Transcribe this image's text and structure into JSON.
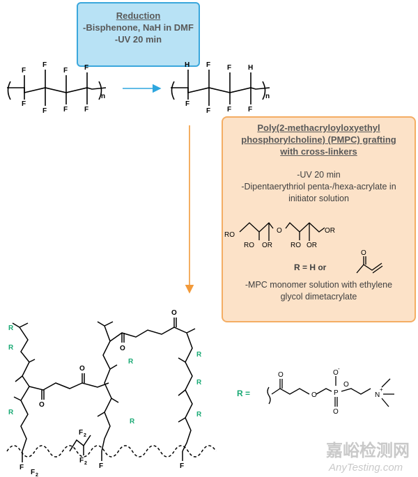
{
  "reduction": {
    "title": "Reduction",
    "step1": "-Bisphenone, NaH in DMF",
    "step2": "-UV 20 min"
  },
  "grafting": {
    "title_line1": "Poly(2-methacryloyloxyethyl",
    "title_line2": "phosphorylcholine) (PMPC) grafting",
    "title_line3": "with cross-linkers",
    "step_uv": "-UV 20 min",
    "step_dpe_line1": "-Dipentaerythriol penta-/hexa-acrylate in",
    "step_dpe_line2": "initiator solution",
    "r_def": "R = H  or",
    "step_mpc_line1": "-MPC monomer solution with ethylene",
    "step_mpc_line2": "glycol dimetacrylate"
  },
  "atoms": {
    "F": "F",
    "H": "H",
    "O": "O",
    "n": "n",
    "F2": "F",
    "F2_sub": "2",
    "R": "R",
    "RO": "RO",
    "OR": "OR",
    "N_plus": "N",
    "plus": "+",
    "O_minus": "O",
    "minus": "-",
    "P": "P",
    "R_eq": "R  ="
  },
  "watermark": {
    "cn": "嘉峪检测网",
    "en": "AnyTesting.com"
  },
  "colors": {
    "blue_fill": "#b8e2f5",
    "blue_border": "#3aa7dc",
    "orange_fill": "#fce2c8",
    "orange_border": "#f4ad63",
    "arrow_blue": "#2ea6de",
    "arrow_orange": "#f29a3a",
    "green_R": "#19a974"
  }
}
